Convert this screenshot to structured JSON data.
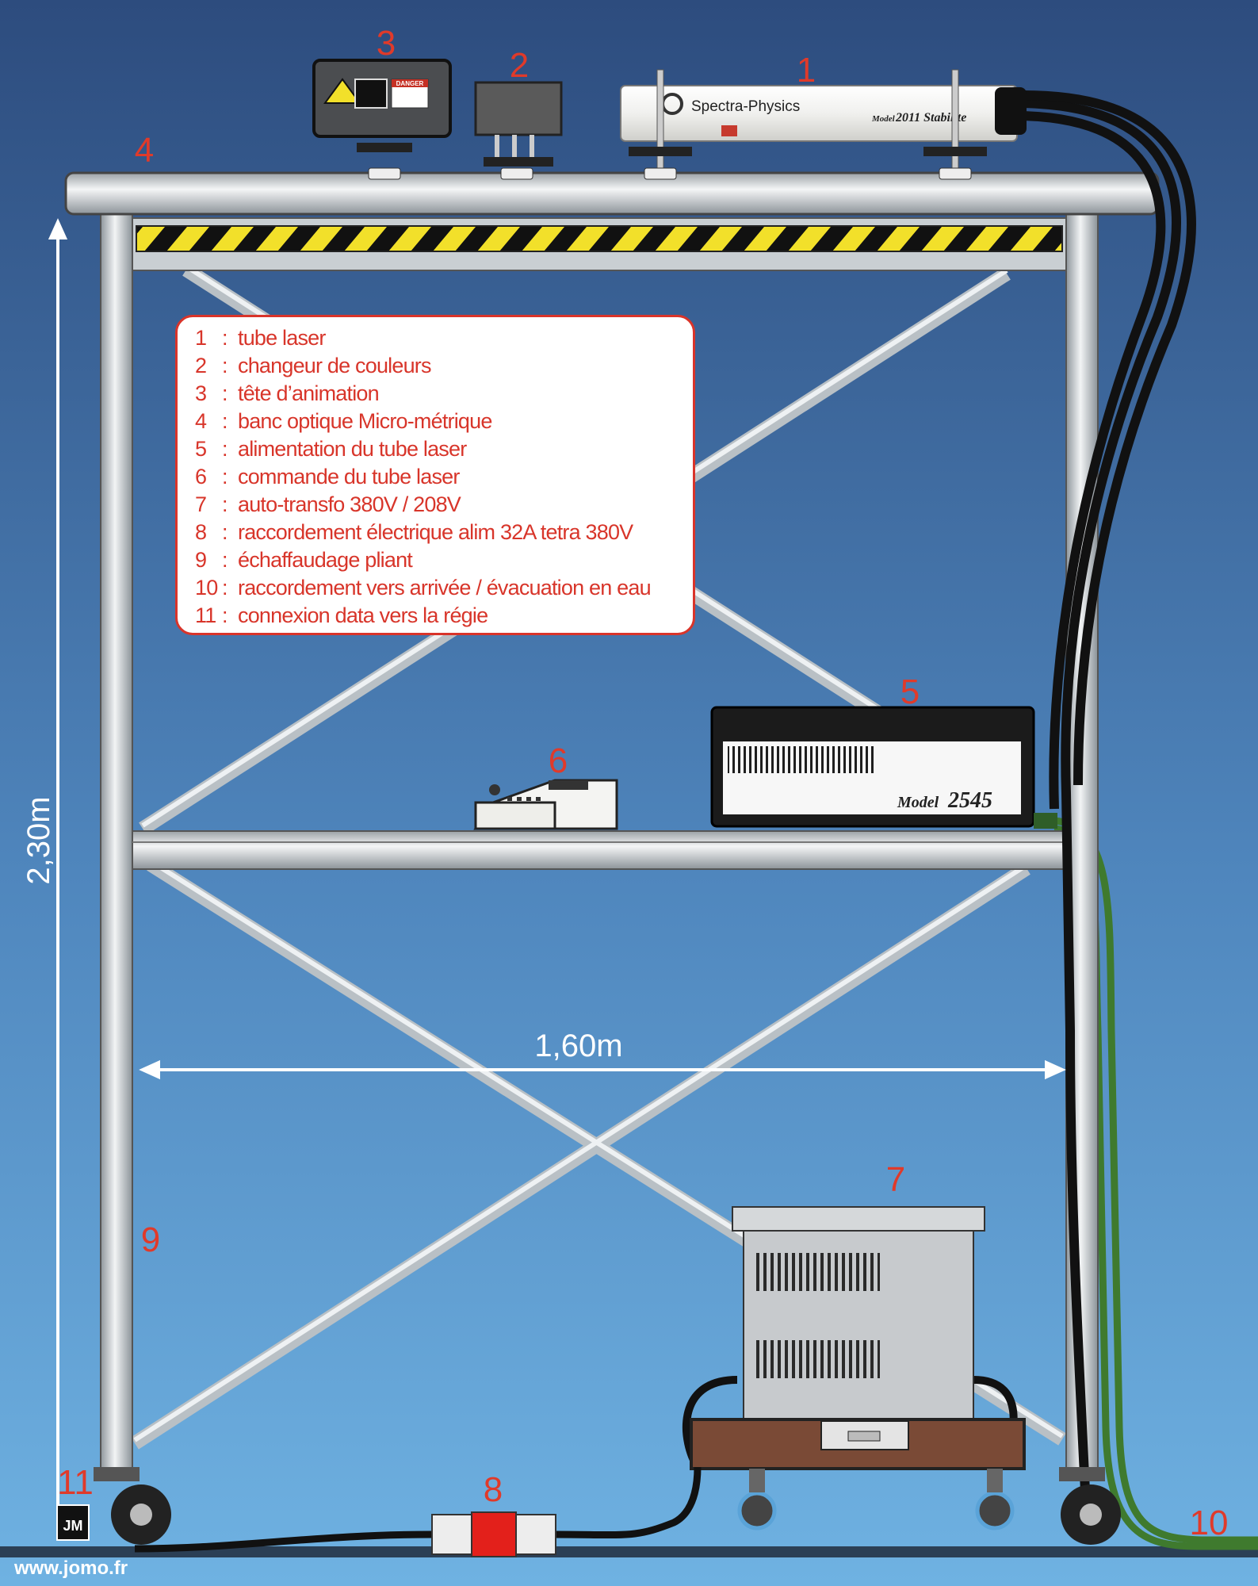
{
  "labels": {
    "n1": "1",
    "n2": "2",
    "n3": "3",
    "n4": "4",
    "n5": "5",
    "n6": "6",
    "n7": "7",
    "n8": "8",
    "n9": "9",
    "n10": "10",
    "n11": "11"
  },
  "dimensions": {
    "height": "2,30m",
    "width": "1,60m"
  },
  "laser_tube": {
    "brand": "Spectra-Physics",
    "model_prefix": "Model",
    "model_name": "2011 Stabilite"
  },
  "power_supply": {
    "model_prefix": "Model",
    "model_number": "2545"
  },
  "animation_head": {
    "warning_label": "DANGER"
  },
  "legend": [
    {
      "key": "1",
      "sep": ":",
      "text": "tube laser"
    },
    {
      "key": "2",
      "sep": ":",
      "text": "changeur de couleurs"
    },
    {
      "key": "3",
      "sep": ":",
      "text": "tête d’animation"
    },
    {
      "key": "4",
      "sep": ":",
      "text": "banc optique Micro-métrique"
    },
    {
      "key": "5",
      "sep": ":",
      "text": "alimentation du tube laser"
    },
    {
      "key": "6",
      "sep": ":",
      "text": "commande du tube laser"
    },
    {
      "key": "7",
      "sep": ":",
      "text": "auto-transfo 380V / 208V"
    },
    {
      "key": "8",
      "sep": ":",
      "text": "raccordement électrique alim 32A tetra 380V"
    },
    {
      "key": "9",
      "sep": ":",
      "text": "échaffaudage pliant"
    },
    {
      "key": "10",
      "sep": ":",
      "text": "raccordement vers arrivée / évacuation en eau"
    },
    {
      "key": "11",
      "sep": ":",
      "text": "connexion data vers la régie"
    }
  ],
  "footer": {
    "website": "www.jomo.fr",
    "logo_text": "JM"
  },
  "colors": {
    "background_top": "#2e4d80",
    "background_bottom": "#6aaede",
    "label_red": "#e03a2a",
    "hazard_yellow": "#f2e02a",
    "hose_green": "#3f7a2e"
  }
}
